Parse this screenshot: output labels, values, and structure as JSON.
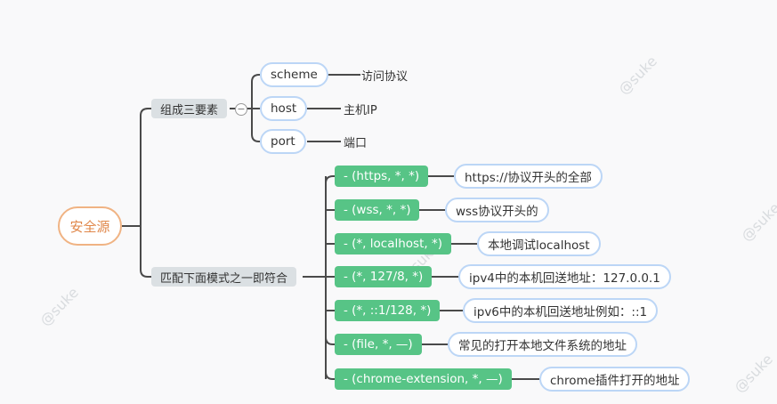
{
  "root": "安全源",
  "branches": [
    {
      "label": "组成三要素",
      "children": [
        {
          "key": "scheme",
          "desc": "访问协议"
        },
        {
          "key": "host",
          "desc": "主机IP"
        },
        {
          "key": "port",
          "desc": "端口"
        }
      ]
    },
    {
      "label": "匹配下面模式之一即符合",
      "children": [
        {
          "key": "- (https, *, *)",
          "desc": "https://协议开头的全部"
        },
        {
          "key": "- (wss, *, *)",
          "desc": "wss协议开头的"
        },
        {
          "key": "- (*, localhost, *)",
          "desc": "本地调试localhost"
        },
        {
          "key": "- (*, 127/8, *)",
          "desc": "ipv4中的本机回送地址：127.0.0.1"
        },
        {
          "key": "- (*, ::1/128, *)",
          "desc": "ipv6中的本机回送地址例如：::1"
        },
        {
          "key": "- (file, *, —)",
          "desc": "常见的打开本地文件系统的地址"
        },
        {
          "key": "- (chrome-extension, *, —)",
          "desc": "chrome插件打开的地址"
        }
      ]
    }
  ],
  "collapse_symbol": "−",
  "watermark": "@suke",
  "colors": {
    "line": "#4a4a4a",
    "green": "#57c486",
    "pill_border": "#bcd6f6",
    "root_border": "#f0b383",
    "root_text": "#e0874a"
  }
}
